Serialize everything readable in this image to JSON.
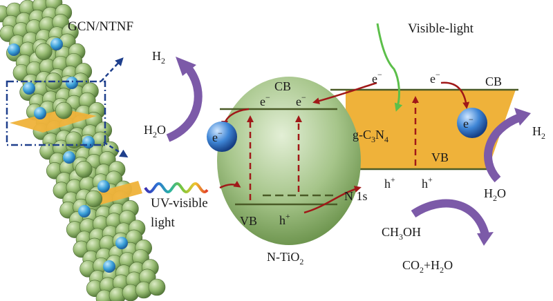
{
  "labels": {
    "composite": "GCN/NTNF",
    "visible_light": "Visible-light",
    "uv_line1": "UV-visible",
    "uv_line2": "light",
    "tio2_cb": "CB",
    "tio2_vb": "VB",
    "tio2_name_main": "N-TiO",
    "tio2_name_sub": "2",
    "n1s": "N 1s",
    "gcn_cb": "CB",
    "gcn_vb": "VB",
    "gcn_g": "g-C",
    "gcn_sub3": "3",
    "gcn_N": "N",
    "gcn_sub4": "4",
    "h2": "H",
    "h2_sub": "2",
    "h2o": "H",
    "h2o_sub": "2",
    "h2o_O": "O",
    "e": "e",
    "minus": "−",
    "h": "h",
    "plus": "+",
    "methanol_CH": "CH",
    "methanol_sub": "3",
    "methanol_OH": "OH",
    "products_CO": "CO",
    "products_sub": "2",
    "products_plus": "+H",
    "products_sub2": "2",
    "products_O": "O"
  },
  "colors": {
    "sphere": "#8fb56a",
    "sphere_dark": "#56783a",
    "dopant": "#3aa0d8",
    "orange": "#efb23a",
    "ellipse": "#a6c58a",
    "blue_e": "#2a6cc0",
    "purple": "#7c5aa8",
    "red_arrow": "#a01818",
    "green_arrow": "#5cbf4a",
    "dash_blue": "#1e3f8c"
  }
}
